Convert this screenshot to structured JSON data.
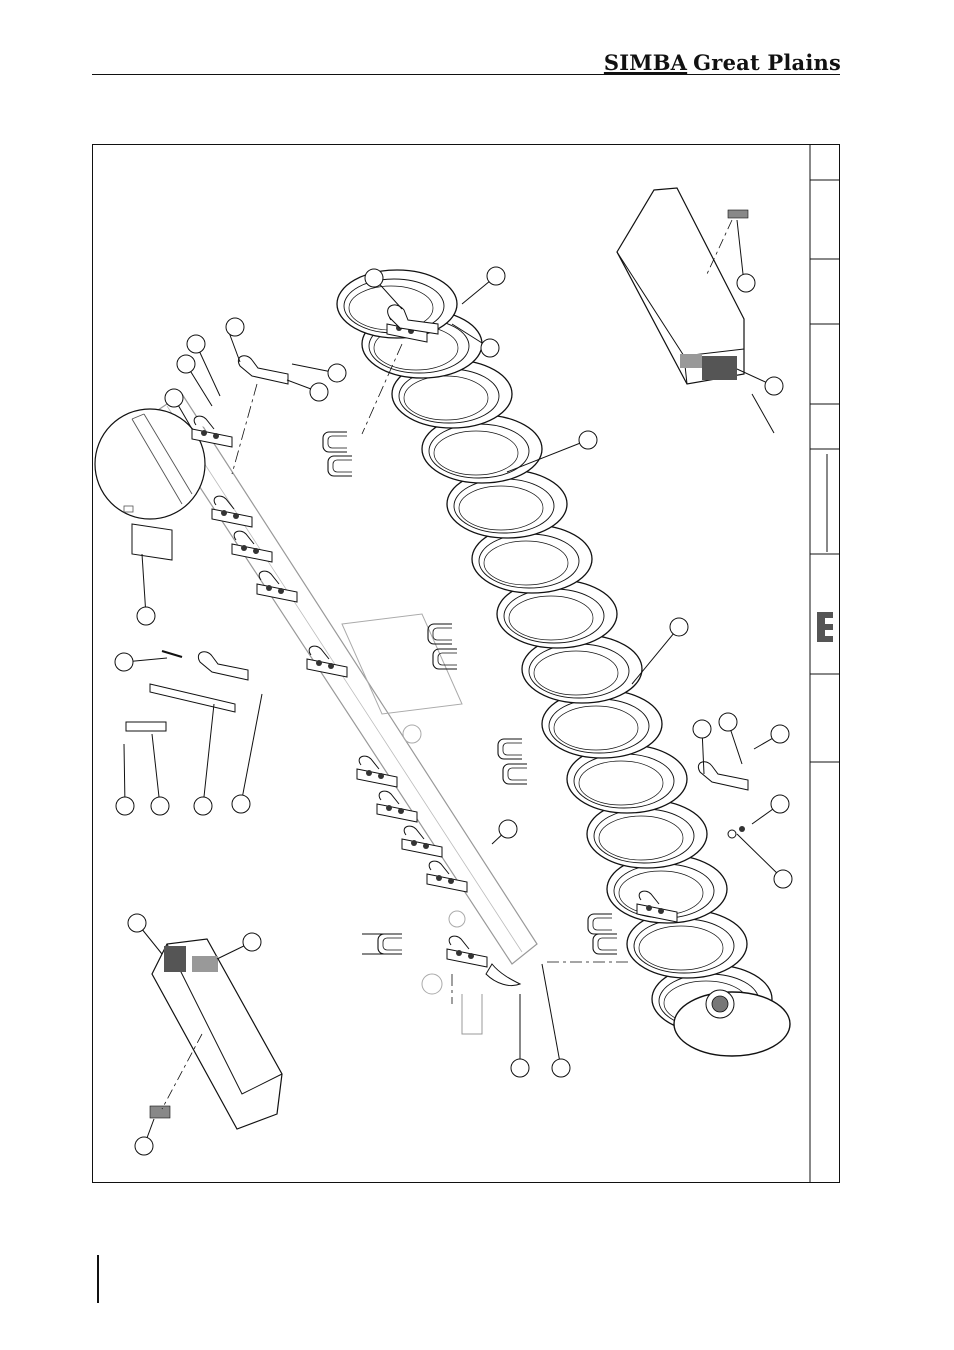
{
  "header": {
    "brand_part1": "SIMBA",
    "brand_part2": "Great Plains"
  },
  "drawing": {
    "type": "exploded parts diagram",
    "callout_count": 31,
    "colors": {
      "line": "#111111",
      "fill": "#ffffff",
      "label_shade": "#555555"
    }
  }
}
